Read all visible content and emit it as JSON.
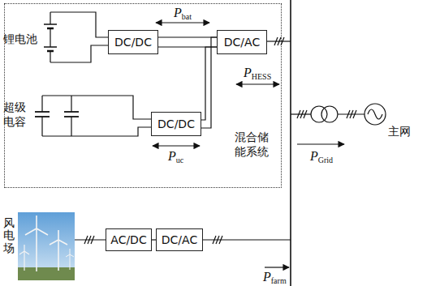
{
  "diagram": {
    "nodes": [
      {
        "text": [
          "混合储能系统"
        ]
      },
      {
        "text": [
          "DC/DC"
        ],
        "in": 0
      },
      {
        "text": [
          "DC/AC"
        ],
        "in": 0
      },
      {
        "text": [
          "DC/DC"
        ],
        "in": 0
      },
      {
        "text": [
          "AC/DC"
        ]
      },
      {
        "text": [
          "DC/AC"
        ]
      }
    ],
    "edges": [
      {
        "from": 1,
        "to": 2,
        "arrow": "none"
      },
      {
        "from": 3,
        "to": 2,
        "arrow": "none"
      },
      {
        "from": 4,
        "to": 5,
        "arrow": "none"
      }
    ],
    "labels": [
      "锂电池",
      "P",
      "bat",
      "超级电容",
      "P",
      "uc",
      "P",
      "HESS",
      "主网",
      "P",
      "Grid",
      "风电场",
      "P",
      "farm"
    ]
  }
}
